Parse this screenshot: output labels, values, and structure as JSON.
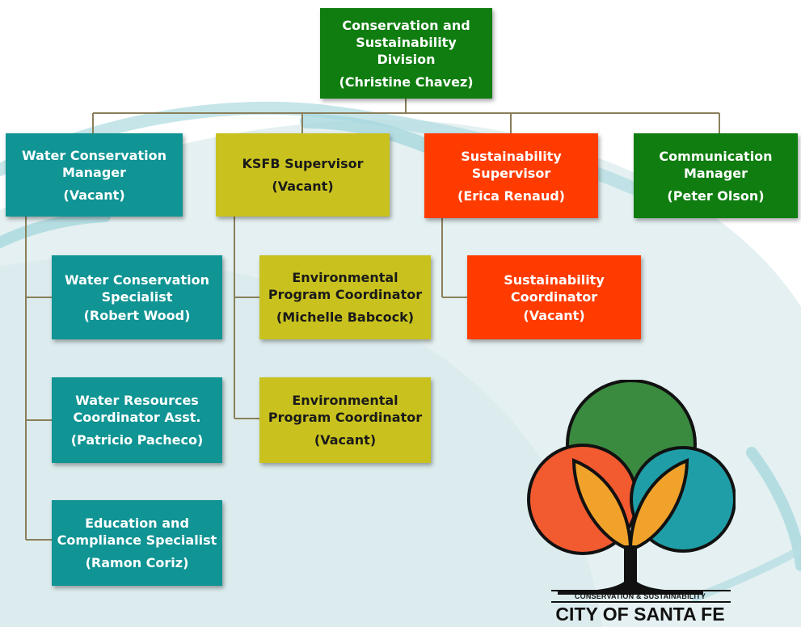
{
  "chart": {
    "root": {
      "title": "Conservation and Sustainability Division",
      "name": "(Christine Chavez)"
    },
    "water_manager": {
      "title": "Water Conservation Manager",
      "name": "(Vacant)"
    },
    "ksfb": {
      "title": "KSFB Supervisor",
      "name": "(Vacant)"
    },
    "sustain_sup": {
      "title": "Sustainability Supervisor",
      "name": "(Erica Renaud)"
    },
    "comm": {
      "title": "Communication Manager",
      "name": "(Peter Olson)"
    },
    "water_specialist": {
      "title": "Water Conservation Specialist",
      "name": "(Robert Wood)"
    },
    "water_resources": {
      "title": "Water Resources Coordinator Asst.",
      "name": "(Patricio Pacheco)"
    },
    "education": {
      "title": "Education and Compliance Specialist",
      "name": "(Ramon Coriz)"
    },
    "env1": {
      "title": "Environmental Program Coordinator",
      "name": "(Michelle Babcock)"
    },
    "env2": {
      "title": "Environmental Program Coordinator",
      "name": "(Vacant)"
    },
    "sustain_coord": {
      "title": "Sustainability Coordinator",
      "name": "(Vacant)"
    }
  },
  "logo": {
    "subtitle": "CONSERVATION & SUSTAINABILITY",
    "name": "CITY OF SANTA FE"
  },
  "colors": {
    "green": "#0f7d0f",
    "teal": "#109494",
    "yellow": "#c9c21e",
    "orange": "#ff3b00",
    "connector": "#8a7f5a"
  }
}
